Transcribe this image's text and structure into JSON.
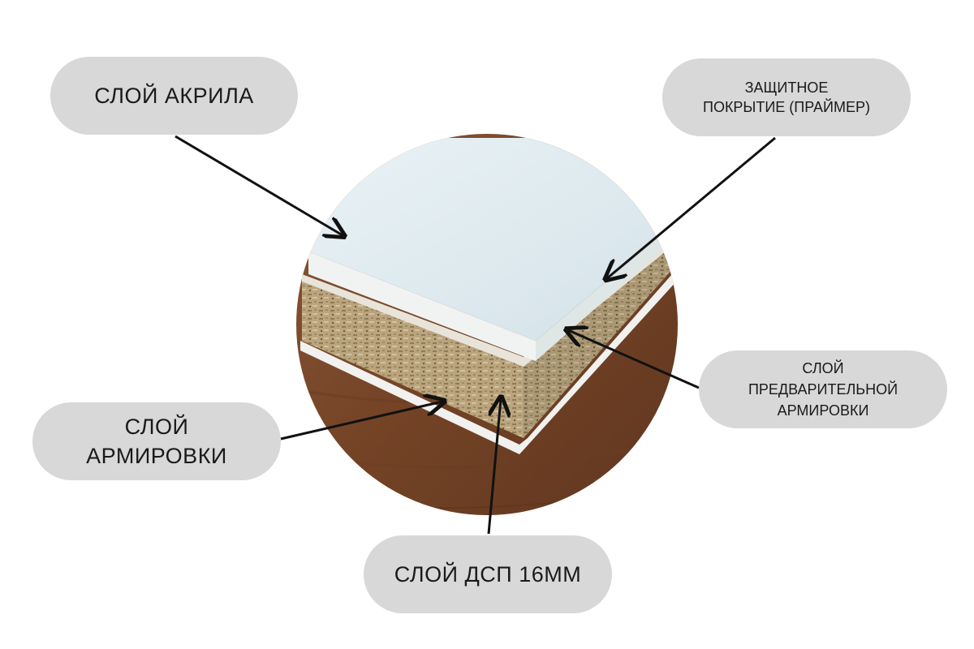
{
  "labels": {
    "acrylic": "СЛОЙ АКРИЛА",
    "primer": "ЗАЩИТНОЕ\nПОКРЫТИЕ (ПРАЙМЕР)",
    "pre_reinforcement": "СЛОЙ\nПРЕДВАРИТЕЛЬНОЙ\nАРМИРОВКИ",
    "reinforcement": "СЛОЙ\nАРМИРОВКИ",
    "chipboard": "СЛОЙ ДСП 16ММ"
  },
  "colors": {
    "label_bg": "#d8d8d8",
    "text": "#1a1a1a",
    "arrow": "#111111",
    "wood": "#7a4a2c",
    "acrylic_surface": "#e4eef2",
    "chipboard": "#b8a582"
  }
}
